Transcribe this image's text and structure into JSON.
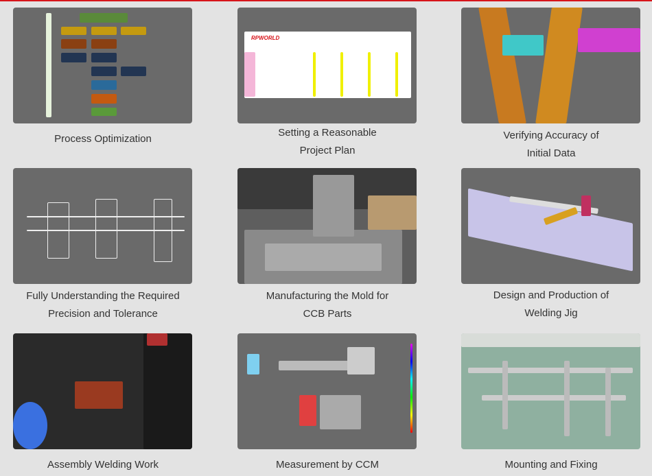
{
  "items": [
    {
      "caption_lines": [
        "Process Optimization"
      ],
      "icon": "flowchart-image"
    },
    {
      "caption_lines": [
        "Setting a Reasonable",
        "Project Plan"
      ],
      "icon": "project-schedule-image"
    },
    {
      "caption_lines": [
        "Verifying Accuracy of",
        "Initial Data"
      ],
      "icon": "cad-model-image"
    },
    {
      "caption_lines": [
        "Fully Understanding the Required",
        "Precision and Tolerance"
      ],
      "icon": "technical-drawing-image"
    },
    {
      "caption_lines": [
        "Manufacturing the Mold for",
        "CCB Parts"
      ],
      "icon": "mold-photo"
    },
    {
      "caption_lines": [
        "Design and Production of",
        "Welding Jig"
      ],
      "icon": "welding-jig-image"
    },
    {
      "caption_lines": [
        "Assembly Welding Work"
      ],
      "icon": "welding-photo"
    },
    {
      "caption_lines": [
        "Measurement by CCM"
      ],
      "icon": "measurement-image"
    },
    {
      "caption_lines": [
        "Mounting and Fixing"
      ],
      "icon": "mounting-photo"
    }
  ],
  "colors": {
    "accent": "#d7141a",
    "tile": "#6a6a6a",
    "background": "#e3e3e3"
  }
}
